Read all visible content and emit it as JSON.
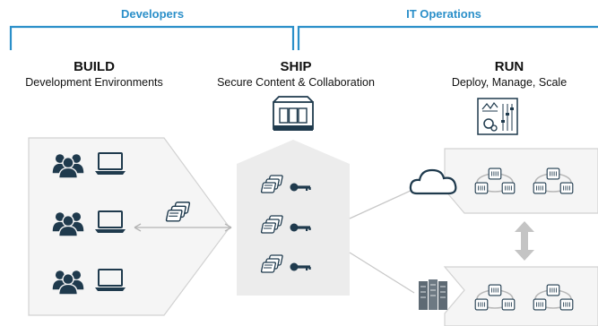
{
  "groups": {
    "developers": "Developers",
    "it_operations": "IT Operations"
  },
  "stages": {
    "build": {
      "title": "BUILD",
      "subtitle": "Development Environments"
    },
    "ship": {
      "title": "SHIP",
      "subtitle": "Secure Content & Collaboration"
    },
    "run": {
      "title": "RUN",
      "subtitle": "Deploy, Manage, Scale"
    }
  },
  "icons": {
    "users": "users-group-icon",
    "laptop": "laptop-icon",
    "containers": "container-stack-icon",
    "key": "key-icon",
    "registry": "registry-icon",
    "dashboard": "dashboard-icon",
    "cloud": "cloud-icon",
    "servers": "server-rack-icon",
    "swap": "double-arrow-icon",
    "container": "container-icon"
  },
  "colors": {
    "accent": "#2a8fc9",
    "icon_dark": "#1f3a4d",
    "panel_fill": "#f5f5f5",
    "panel_border": "#d2d2d2",
    "ship_fill": "#ececec"
  }
}
